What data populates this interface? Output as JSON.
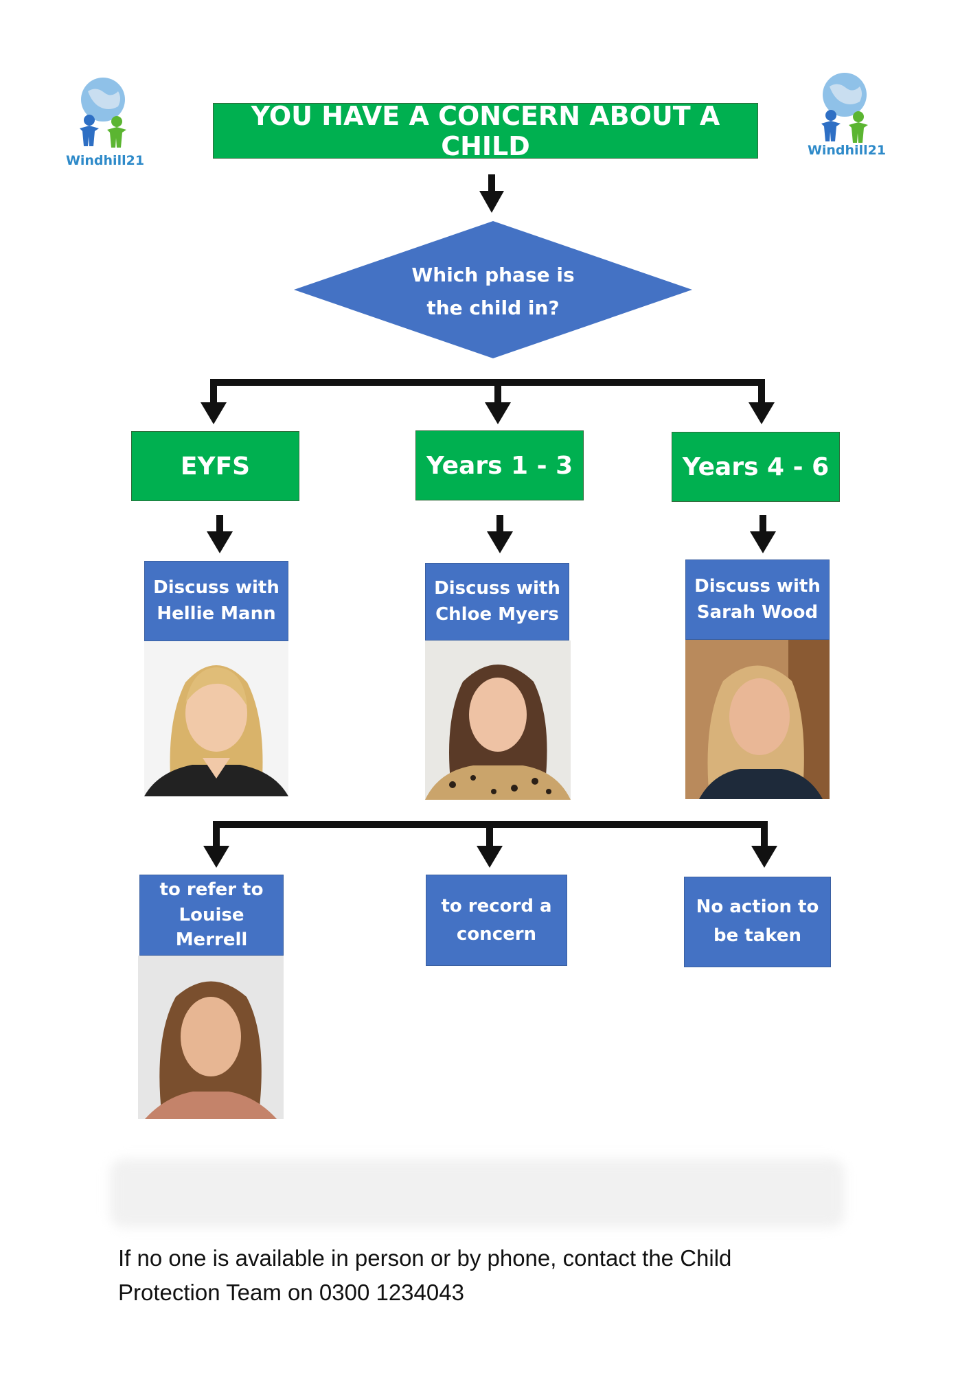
{
  "logos": {
    "left_text": "Windhill21",
    "right_text": "Windhill21"
  },
  "header": {
    "title": "YOU HAVE A CONCERN ABOUT A CHILD"
  },
  "decision": {
    "line1": "Which phase is",
    "line2": "the child in?"
  },
  "phases": [
    {
      "label": "EYFS"
    },
    {
      "label": "Years 1 - 3"
    },
    {
      "label": "Years 4 - 6"
    }
  ],
  "contacts": [
    {
      "line1": "Discuss with",
      "line2": "Hellie Mann"
    },
    {
      "line1": "Discuss with",
      "line2": "Chloe Myers"
    },
    {
      "line1": "Discuss with",
      "line2": "Sarah Wood"
    }
  ],
  "outcomes": [
    {
      "line1": "to refer to",
      "line2": "Louise Merrell"
    },
    {
      "line1": "to record a",
      "line2": "concern"
    },
    {
      "line1": "No action to",
      "line2": "be taken"
    }
  ],
  "footer": {
    "line1": "If no one is available in person or by phone, contact the Child",
    "line2": "Protection Team on 0300 1234043"
  },
  "colors": {
    "green": "#00b050",
    "blue": "#4472c4",
    "logo_blue": "#2e8ac9",
    "logo_green": "#5bb531"
  }
}
